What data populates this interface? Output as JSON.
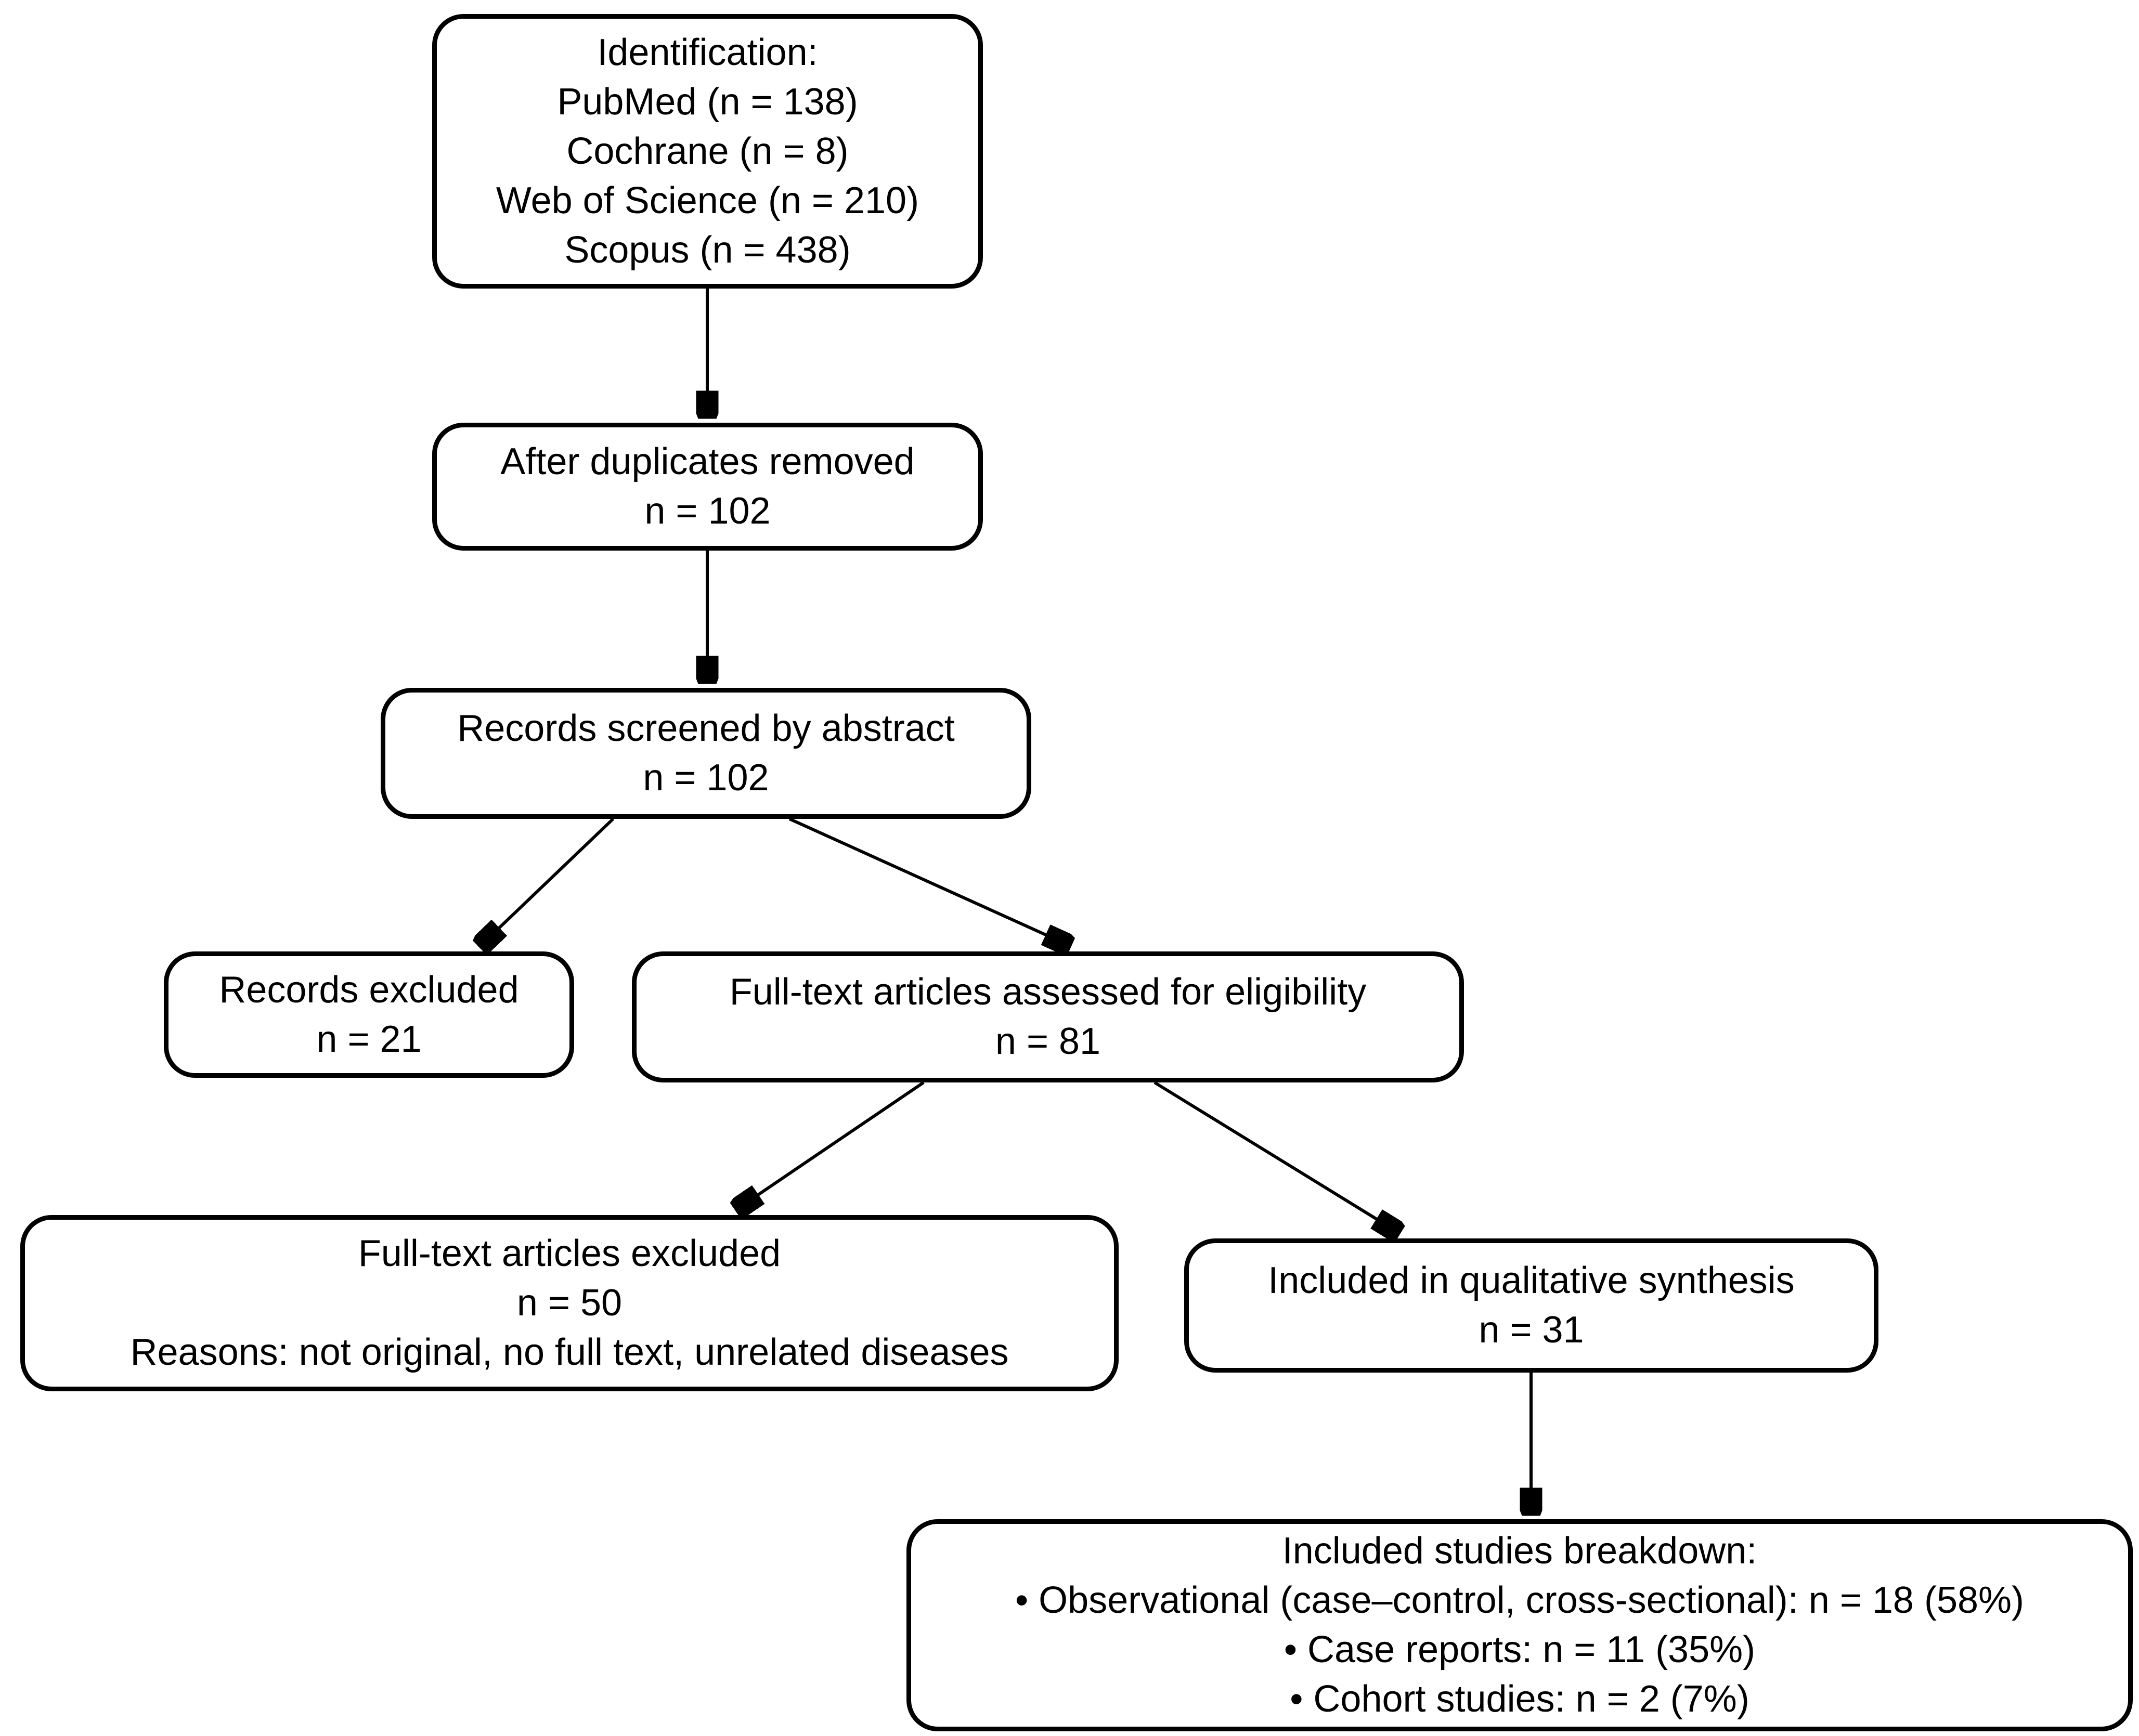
{
  "diagram": {
    "kind": "flowchart",
    "background_color": "#ffffff",
    "box_border_color": "#000000",
    "text_color": "#000000",
    "nodes": [
      {
        "id": "identification",
        "lines": [
          "Identification:",
          "PubMed (n = 138)",
          "Cochrane (n = 8)",
          "Web of Science (n = 210)",
          "Scopus (n = 438)"
        ]
      },
      {
        "id": "after-duplicates",
        "lines": [
          "After duplicates removed",
          "n = 102"
        ]
      },
      {
        "id": "records-screened",
        "lines": [
          "Records screened by abstract",
          "n = 102"
        ]
      },
      {
        "id": "records-excluded",
        "lines": [
          "Records excluded",
          "n = 21"
        ]
      },
      {
        "id": "fulltext-assessed",
        "lines": [
          "Full-text articles assessed for eligibility",
          "n = 81"
        ]
      },
      {
        "id": "fulltext-excluded",
        "lines": [
          "Full-text articles excluded",
          "n = 50",
          "Reasons: not original, no full text, unrelated diseases"
        ]
      },
      {
        "id": "qualitative-synthesis",
        "lines": [
          "Included in qualitative synthesis",
          "n = 31"
        ]
      },
      {
        "id": "studies-breakdown",
        "lines": [
          "Included studies breakdown:",
          "• Observational (case–control, cross-sectional): n = 18 (58%)",
          "• Case reports: n = 11 (35%)",
          "• Cohort studies: n = 2 (7%)"
        ]
      }
    ],
    "edges": [
      {
        "from": "identification",
        "to": "after-duplicates"
      },
      {
        "from": "after-duplicates",
        "to": "records-screened"
      },
      {
        "from": "records-screened",
        "to": "records-excluded"
      },
      {
        "from": "records-screened",
        "to": "fulltext-assessed"
      },
      {
        "from": "fulltext-assessed",
        "to": "fulltext-excluded"
      },
      {
        "from": "fulltext-assessed",
        "to": "qualitative-synthesis"
      },
      {
        "from": "qualitative-synthesis",
        "to": "studies-breakdown"
      }
    ]
  }
}
